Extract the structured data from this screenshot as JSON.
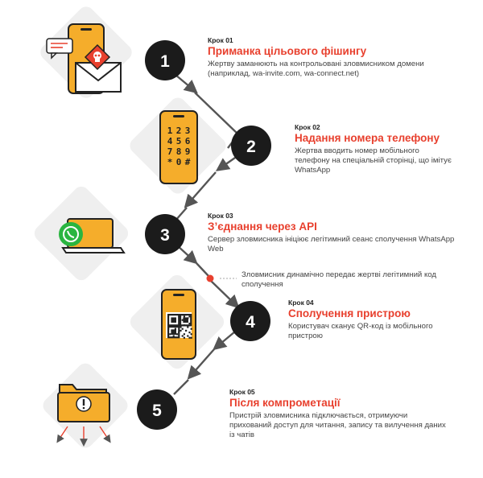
{
  "steps": [
    {
      "number": "1",
      "label": "Крок 01",
      "title": "Приманка цільового фішингу",
      "description": "Жертву заманюють на контрольовані зловмисником домени (наприклад, wa-invite.com, wa-connect.net)"
    },
    {
      "number": "2",
      "label": "Крок 02",
      "title": "Надання номера телефону",
      "description": "Жертва вводить номер мобільного телефону на спеціальній сторінці, що імітує WhatsApp"
    },
    {
      "number": "3",
      "label": "Крок 03",
      "title": "З’єднання через API",
      "description": "Сервер зловмисника ініціює легітимний сеанс сполучення WhatsApp Web"
    },
    {
      "number": "4",
      "label": "Крок 04",
      "title": "Сполучення пристрою",
      "description": "Користувач сканує QR-код із мобільного пристрою"
    },
    {
      "number": "5",
      "label": "Крок 05",
      "title": "Після компрометації",
      "description": "Пристрій зловмисника підключається, отримуючи прихований доступ для читання, запису та вилучення даних із чатів"
    }
  ],
  "intermediate_note": "Зловмисник динамічно передає жертві легітимний код сполучення",
  "keypad_keys": [
    "1",
    "2",
    "3",
    "4",
    "5",
    "6",
    "7",
    "8",
    "9",
    "*",
    "0",
    "#"
  ],
  "colors": {
    "accent_red": "#e8402e",
    "circle": "#1b1b1b",
    "icon_orange": "#f5ad2b",
    "diamond_bg": "#efefef",
    "connector": "#555555",
    "whatsapp_green": "#2ab540"
  },
  "icons": {
    "step1": "phishing-phone-envelope-skull-icon",
    "step2": "phone-keypad-icon",
    "step3": "laptop-whatsapp-icon",
    "step4": "phone-qr-code-icon",
    "step5": "folder-warning-exfiltration-icon"
  }
}
